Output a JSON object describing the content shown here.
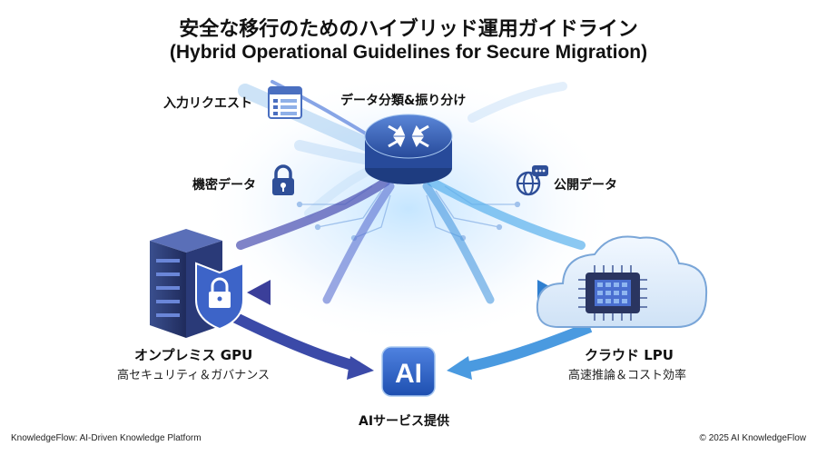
{
  "title": {
    "line1": "安全な移行のためのハイブリッド運用ガイドライン",
    "line2": "(Hybrid Operational Guidelines for Secure Migration)"
  },
  "labels": {
    "input_request": "入力リクエスト",
    "classify": "データ分類&振り分け",
    "confidential": "機密データ",
    "public": "公開データ",
    "onprem_title": "オンプレミス GPU",
    "onprem_sub": "高セキュリティ＆ガバナンス",
    "cloud_title": "クラウド LPU",
    "cloud_sub": "高速推論＆コスト効率",
    "ai_badge": "AI",
    "ai_service": "AIサービス提供"
  },
  "footer": {
    "left": "KnowledgeFlow: AI-Driven Knowledge Platform",
    "right": "© 2025 AI KnowledgeFlow"
  },
  "colors": {
    "primary": "#2f5aa8",
    "dark_navy": "#1e2a5a",
    "glow": "#5ab4f0",
    "cloud": "#dbeaf8",
    "shield": "#3d64c8"
  },
  "icons": [
    "form-icon",
    "router-icon",
    "lock-icon",
    "globe-chat-icon",
    "server-icon",
    "shield-lock-icon",
    "cloud-chip-icon",
    "ai-badge-icon"
  ]
}
